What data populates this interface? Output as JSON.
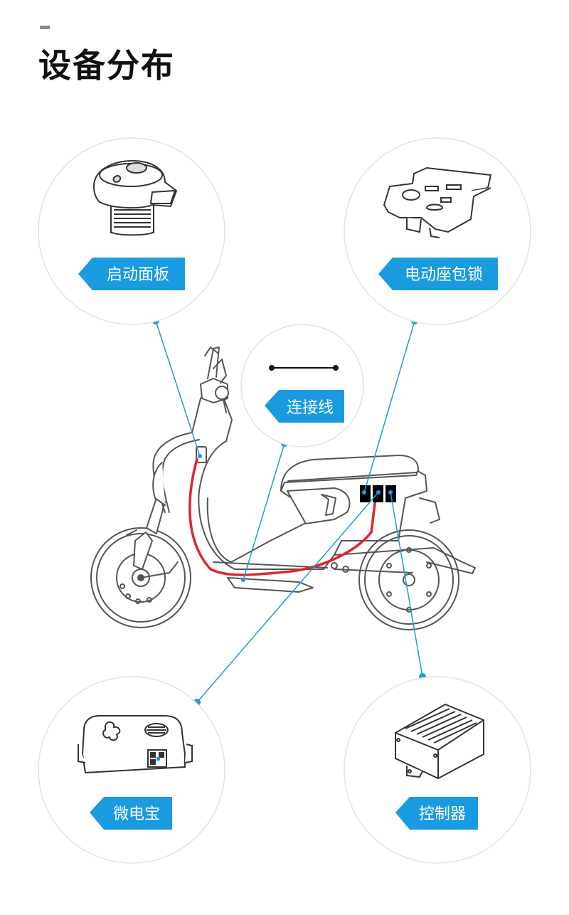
{
  "page": {
    "title": "设备分布"
  },
  "components": [
    {
      "id": "start-panel",
      "label": "启动面板",
      "icon": "start-panel-icon"
    },
    {
      "id": "seat-lock",
      "label": "电动座包锁",
      "icon": "seat-lock-icon"
    },
    {
      "id": "cable",
      "label": "连接线",
      "icon": "cable-icon"
    },
    {
      "id": "micro-box",
      "label": "微电宝",
      "icon": "micro-box-icon"
    },
    {
      "id": "controller",
      "label": "控制器",
      "icon": "controller-icon"
    }
  ],
  "colors": {
    "accent": "#1a9be0",
    "cable": "#e0262b",
    "outline": "#555555",
    "circle_border": "#e2e2e2",
    "title": "#111111"
  }
}
